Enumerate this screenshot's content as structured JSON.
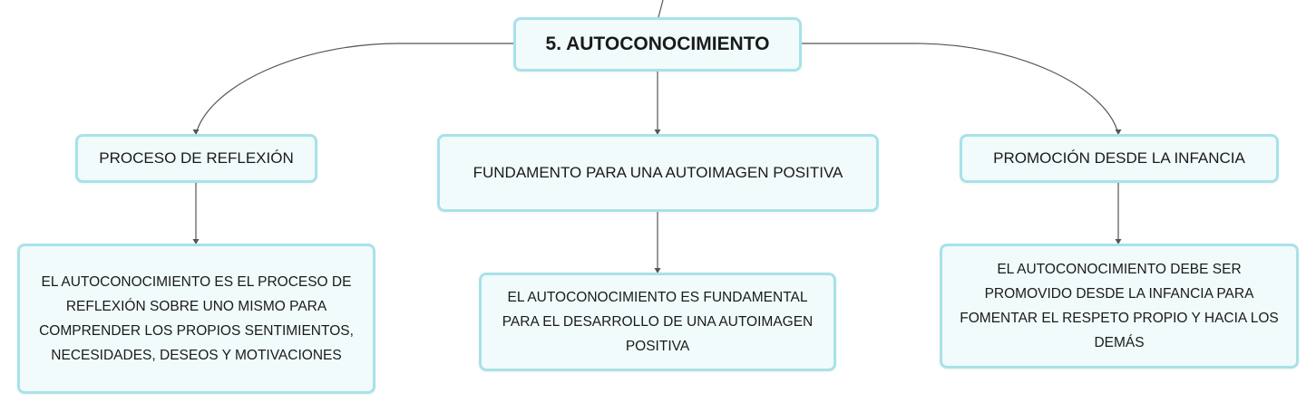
{
  "colors": {
    "node_border": "#a8e2e8",
    "node_fill": "#f1fbfc",
    "connector": "#555555",
    "text": "#1a1a1a"
  },
  "root": {
    "label": "5. AUTOCONOCIMIENTO"
  },
  "branches": [
    {
      "label": "PROCESO DE REFLEXIÓN",
      "detail": "EL AUTOCONOCIMIENTO ES EL PROCESO DE REFLEXIÓN SOBRE UNO MISMO PARA COMPRENDER LOS PROPIOS SENTIMIENTOS, NECESIDADES, DESEOS Y MOTIVACIONES"
    },
    {
      "label": "FUNDAMENTO PARA UNA AUTOIMAGEN POSITIVA",
      "detail": "EL AUTOCONOCIMIENTO ES FUNDAMENTAL PARA EL DESARROLLO DE UNA AUTOIMAGEN POSITIVA"
    },
    {
      "label": "PROMOCIÓN DESDE LA INFANCIA",
      "detail": "EL AUTOCONOCIMIENTO DEBE SER PROMOVIDO DESDE LA INFANCIA PARA FOMENTAR EL RESPETO PROPIO Y HACIA LOS DEMÁS"
    }
  ]
}
